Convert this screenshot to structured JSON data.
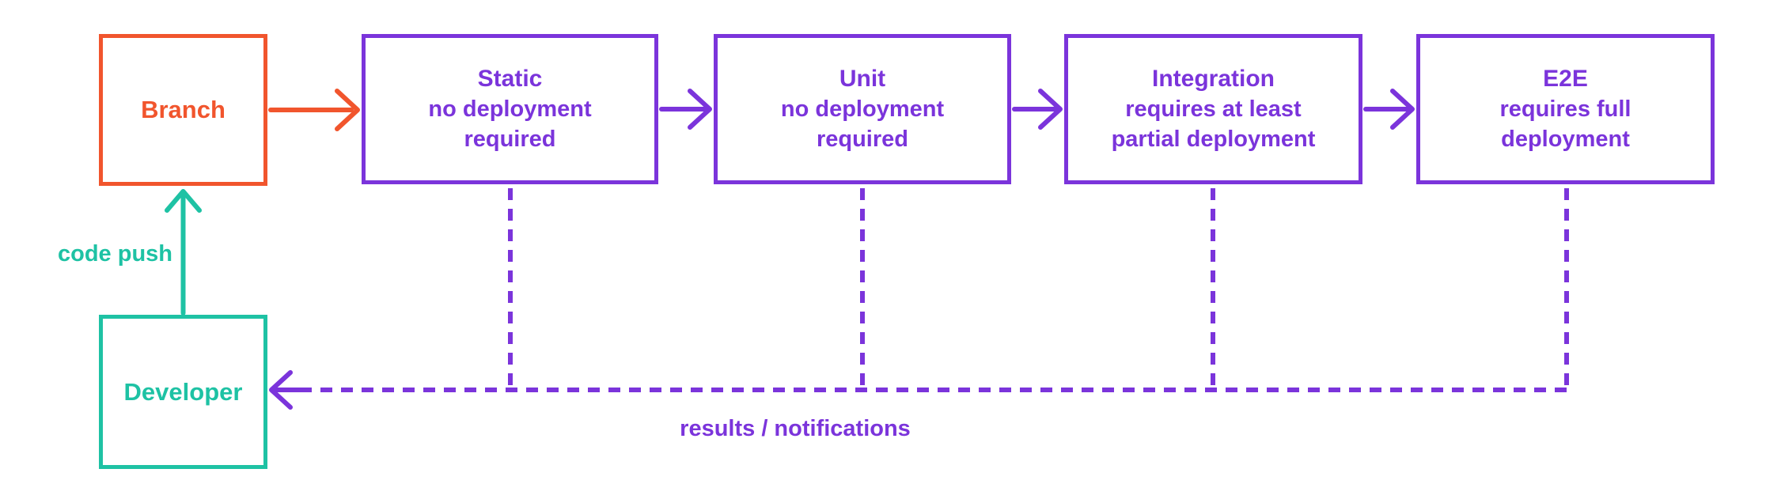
{
  "colors": {
    "purple": "#7B34DB",
    "orange": "#F1552D",
    "teal": "#1EC2A4",
    "background": "#FFFFFF"
  },
  "nodes": {
    "branch": {
      "label": "Branch"
    },
    "developer": {
      "label": "Developer"
    },
    "stages": [
      {
        "title": "Static",
        "subtitle": "no deployment\nrequired"
      },
      {
        "title": "Unit",
        "subtitle": "no deployment\nrequired"
      },
      {
        "title": "Integration",
        "subtitle": "requires at least\npartial deployment"
      },
      {
        "title": "E2E",
        "subtitle": "requires full\ndeployment"
      }
    ]
  },
  "labels": {
    "code_push": "code push",
    "results": "results / notifications"
  }
}
